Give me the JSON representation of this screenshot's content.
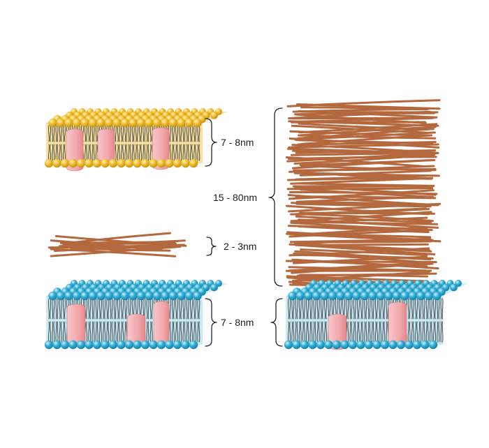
{
  "labels": {
    "outer_membrane_thickness": "7 - 8nm",
    "thin_layer_thickness": "2 - 3nm",
    "inner_membrane_thickness": "7 - 8nm",
    "thick_layer_thickness": "15 - 80nm"
  },
  "colors": {
    "outer_membrane_head": "#f3c233",
    "outer_membrane_head_shadow": "#c8900c",
    "outer_membrane_core": "#f7e2a1",
    "inner_membrane_head": "#37b1d8",
    "inner_membrane_head_shadow": "#137fa6",
    "inner_membrane_core": "#c8ebf6",
    "protein": "#f2a9ad",
    "protein_shadow": "#d9787e",
    "fiber": "#b4683e",
    "lipid_tail": "#3a3a3a"
  }
}
